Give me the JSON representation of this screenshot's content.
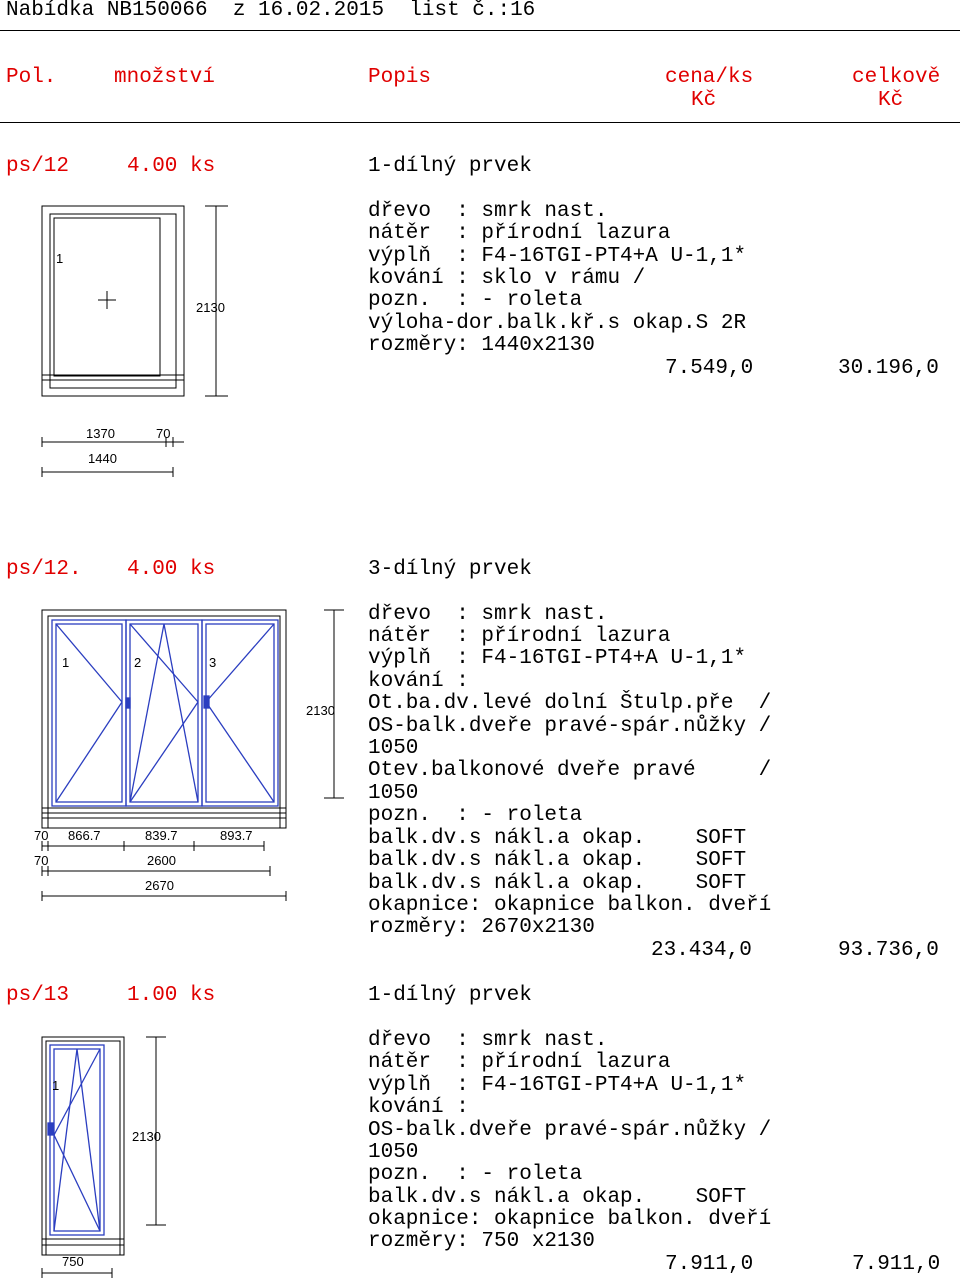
{
  "header": {
    "title": "Nabídka NB150066  z 16.02.2015  list č.:16"
  },
  "columns": {
    "pol": "Pol.",
    "mnozstvi": "množství",
    "popis": "Popis",
    "cena_line1": "cena/ks",
    "cena_line2": "Kč",
    "celkove_line1": "celkově",
    "celkove_line2": "Kč"
  },
  "colors": {
    "header_text": "#e00000",
    "window_drawing": "#2b3ec0"
  },
  "items": [
    {
      "pos": "ps/12",
      "qty": "4.00 ks",
      "type": "1-dílný prvek",
      "lines": [
        "dřevo  : smrk nast.",
        "nátěr  : přírodní lazura",
        "výplň  : F4-16TGI-PT4+A U-1,1*",
        "kování : sklo v rámu /",
        "pozn.  : - roleta",
        "výloha-dor.balk.kř.s okap.S 2R",
        "rozměry: 1440x2130"
      ],
      "unit_price": "7.549,0",
      "total_price": "30.196,0",
      "drawing": {
        "panel_labels": [
          "1"
        ],
        "height_label": "2130",
        "width_dims_top": [
          "1370",
          "70"
        ],
        "width_total": "1440"
      }
    },
    {
      "pos": "ps/12.",
      "qty": "4.00 ks",
      "type": "3-dílný prvek",
      "lines": [
        "dřevo  : smrk nast.",
        "nátěr  : přírodní lazura",
        "výplň  : F4-16TGI-PT4+A U-1,1*",
        "kování :",
        "Ot.ba.dv.levé dolní Štulp.pře  /",
        "OS-balk.dveře pravé-spár.nůžky /",
        "1050",
        "Otev.balkonové dveře pravé     /",
        "1050",
        "pozn.  : - roleta",
        "balk.dv.s nákl.a okap.    SOFT",
        "balk.dv.s nákl.a okap.    SOFT",
        "balk.dv.s nákl.a okap.    SOFT",
        "okapnice: okapnice balkon. dveří",
        "rozměry: 2670x2130"
      ],
      "unit_price": "23.434,0",
      "total_price": "93.736,0",
      "drawing": {
        "panel_labels": [
          "1",
          "2",
          "3"
        ],
        "height_label": "2130",
        "width_dims_top": [
          "70",
          "866.7",
          "839.7",
          "893.7"
        ],
        "width_dims_mid": [
          "70",
          "2600"
        ],
        "width_total": "2670"
      }
    },
    {
      "pos": "ps/13",
      "qty": "1.00 ks",
      "type": "1-dílný prvek",
      "lines": [
        "dřevo  : smrk nast.",
        "nátěr  : přírodní lazura",
        "výplň  : F4-16TGI-PT4+A U-1,1*",
        "kování :",
        "OS-balk.dveře pravé-spár.nůžky /",
        "1050",
        "pozn.  : - roleta",
        "balk.dv.s nákl.a okap.    SOFT",
        "okapnice: okapnice balkon. dveří",
        "rozměry: 750 x2130"
      ],
      "unit_price": "7.911,0",
      "total_price": "7.911,0",
      "drawing": {
        "panel_labels": [
          "1"
        ],
        "height_label": "2130",
        "width_total": "750"
      }
    }
  ]
}
